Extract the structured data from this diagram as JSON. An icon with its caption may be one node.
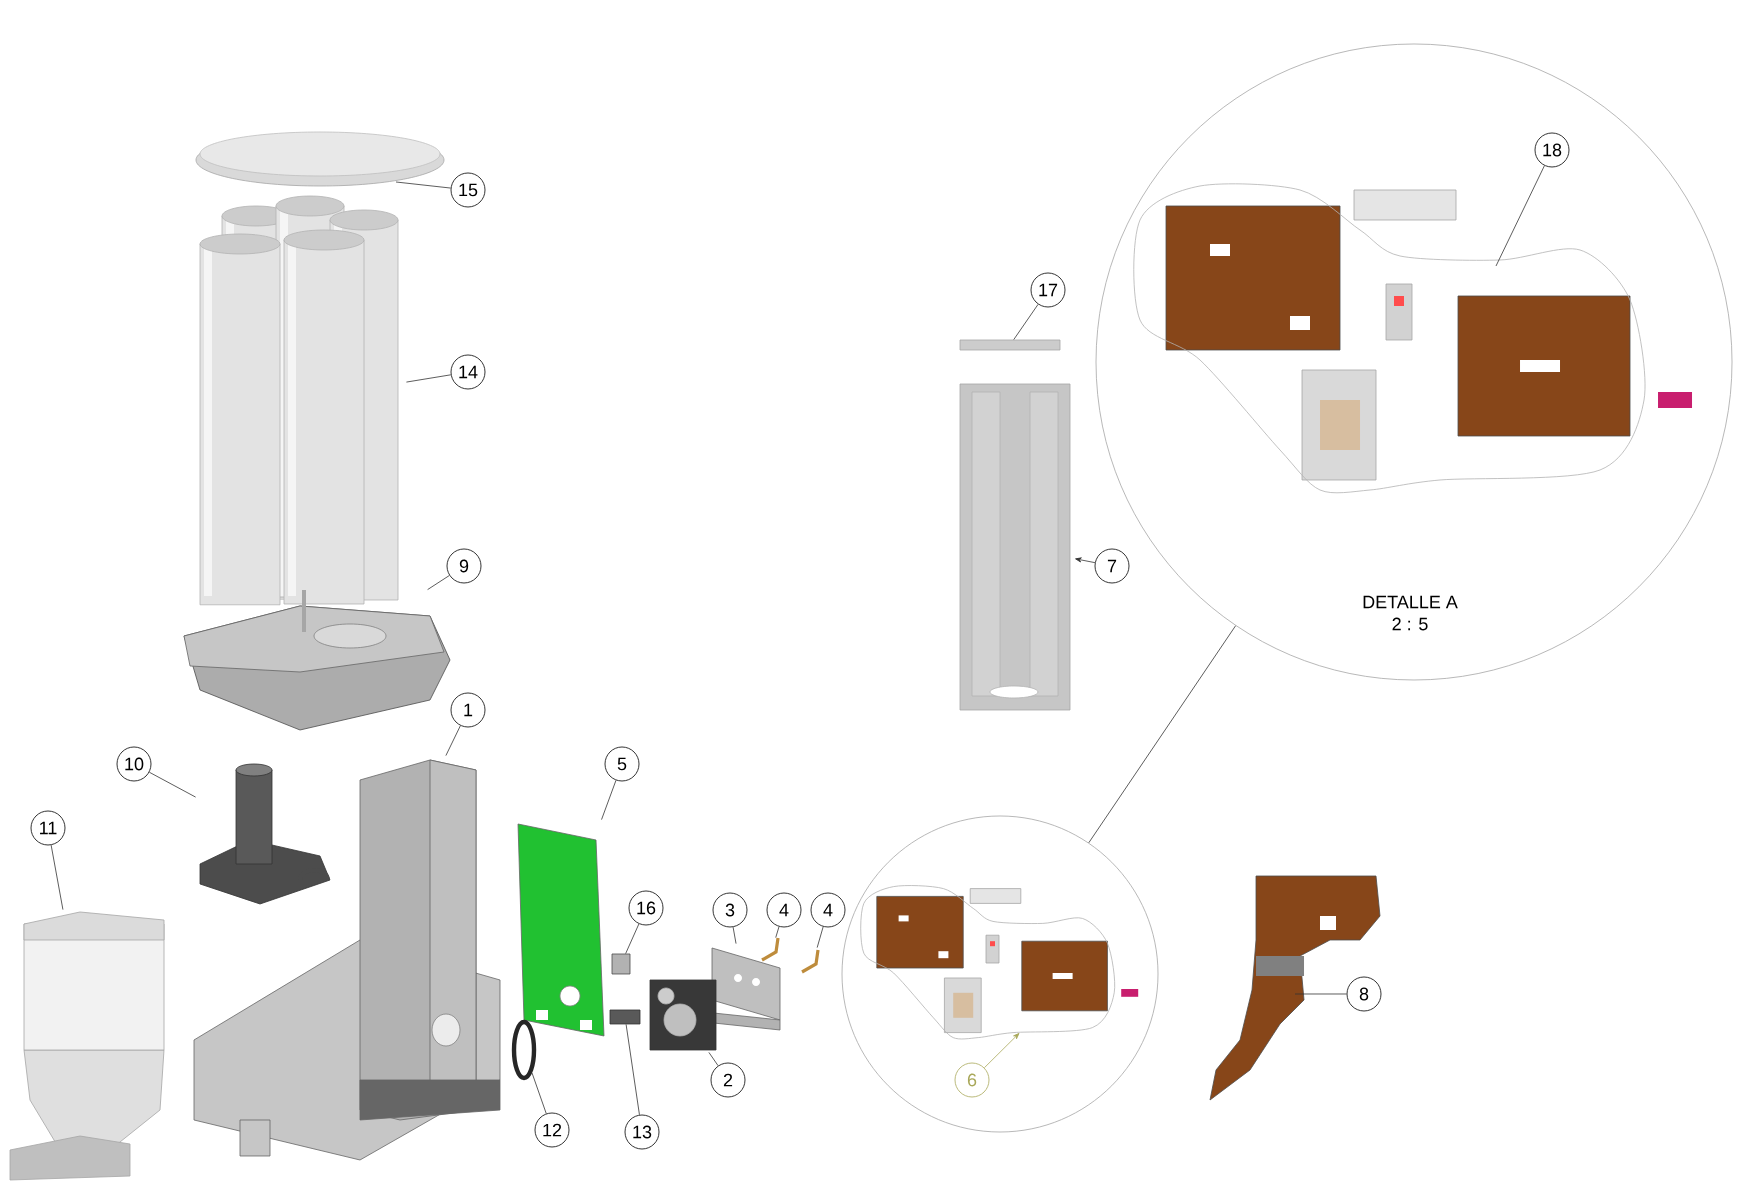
{
  "diagram": {
    "nodes": [
      {
        "text": [
          "15"
        ]
      },
      {
        "text": [],
        "shape": "picture"
      },
      {
        "text": [
          "14"
        ]
      },
      {
        "text": [],
        "shape": "picture"
      },
      {
        "text": [
          "9"
        ]
      },
      {
        "text": [],
        "shape": "picture"
      },
      {
        "text": [
          "1"
        ]
      },
      {
        "text": [],
        "shape": "picture"
      },
      {
        "text": [
          "10"
        ]
      },
      {
        "text": [],
        "shape": "picture"
      },
      {
        "text": [
          "11"
        ]
      },
      {
        "text": [],
        "shape": "picture"
      },
      {
        "text": [
          "5"
        ]
      },
      {
        "text": [],
        "shape": "picture"
      },
      {
        "text": [
          "16"
        ]
      },
      {
        "text": [],
        "shape": "box"
      },
      {
        "text": [
          "3"
        ]
      },
      {
        "text": [],
        "shape": "picture"
      },
      {
        "text": [
          "4"
        ]
      },
      {
        "text": [],
        "shape": "picture"
      },
      {
        "text": [
          "4"
        ]
      },
      {
        "text": [],
        "shape": "picture"
      },
      {
        "text": [
          "2"
        ]
      },
      {
        "text": [],
        "shape": "picture"
      },
      {
        "text": [
          "12"
        ]
      },
      {
        "text": [],
        "shape": "circle"
      },
      {
        "text": [
          "13"
        ]
      },
      {
        "text": [],
        "shape": "box"
      },
      {
        "text": [
          "17"
        ]
      },
      {
        "text": [],
        "shape": "box"
      },
      {
        "text": [
          "7"
        ]
      },
      {
        "text": [],
        "shape": "picture"
      },
      {
        "text": [
          "8"
        ]
      },
      {
        "text": [],
        "shape": "picture"
      },
      {
        "text": [
          "DETALLE A",
          "2 : 5"
        ]
      },
      {
        "text": [
          "18"
        ],
        "in": 34
      },
      {
        "text": [],
        "shape": "outline",
        "in": 34
      },
      {
        "text": [],
        "shape": "circle"
      },
      {
        "text": [
          "6"
        ],
        "in": 37
      },
      {
        "text": [],
        "shape": "outline",
        "in": 37
      }
    ],
    "edges": [
      {
        "from": 0,
        "to": 1,
        "arrow": "none"
      },
      {
        "from": 2,
        "to": 3,
        "arrow": "none"
      },
      {
        "from": 4,
        "to": 5,
        "arrow": "none"
      },
      {
        "from": 6,
        "to": 7,
        "arrow": "none"
      },
      {
        "from": 8,
        "to": 9,
        "arrow": "none"
      },
      {
        "from": 10,
        "to": 11,
        "arrow": "none"
      },
      {
        "from": 12,
        "to": 13,
        "arrow": "none"
      },
      {
        "from": 14,
        "to": 15,
        "arrow": "none"
      },
      {
        "from": 16,
        "to": 17,
        "arrow": "none"
      },
      {
        "from": 18,
        "to": 19,
        "arrow": "none"
      },
      {
        "from": 20,
        "to": 21,
        "arrow": "none"
      },
      {
        "from": 22,
        "to": 23,
        "arrow": "none"
      },
      {
        "from": 24,
        "to": 25,
        "arrow": "none"
      },
      {
        "from": 26,
        "to": 27,
        "arrow": "none"
      },
      {
        "from": 28,
        "to": 29,
        "arrow": "none"
      },
      {
        "from": 30,
        "to": 31,
        "arrow": "to"
      },
      {
        "from": 32,
        "to": 33,
        "arrow": "none"
      },
      {
        "from": 35,
        "to": 36,
        "arrow": "none"
      },
      {
        "from": 38,
        "to": 39,
        "arrow": "to",
        "color": "#a9a85a"
      },
      {
        "from": 37,
        "to": 34,
        "arrow": "none"
      }
    ]
  }
}
